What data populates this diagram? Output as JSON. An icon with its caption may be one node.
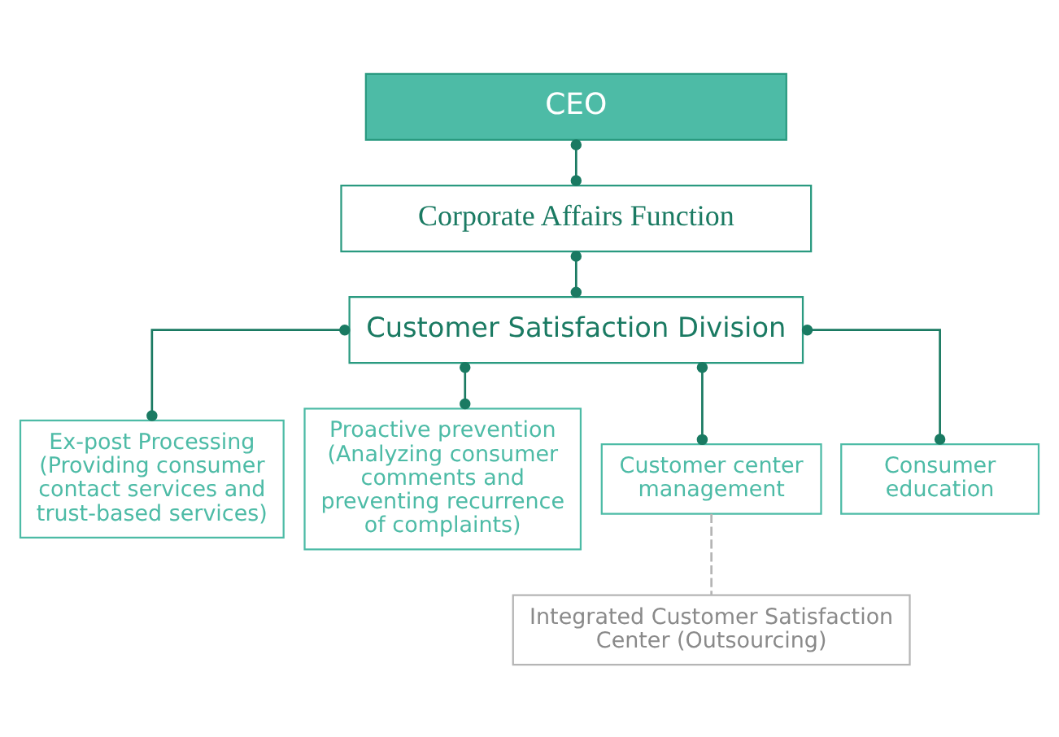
{
  "diagram": {
    "nodes": [
      {
        "text": [
          "CEO"
        ]
      },
      {
        "text": [
          "Corporate Affairs Function"
        ]
      },
      {
        "text": [
          "Customer Satisfaction Division"
        ]
      },
      {
        "text": [
          "Ex-post Processing (Providing consumer contact services and trust-based services)"
        ]
      },
      {
        "text": [
          "Proactive prevention (Analyzing consumer comments and preventing recurrence of complaints)"
        ]
      },
      {
        "text": [
          "Customer center management"
        ]
      },
      {
        "text": [
          "Consumer education"
        ]
      },
      {
        "text": [
          "Integrated Customer Satisfaction Center (Outsourcing)"
        ]
      }
    ],
    "edges": [
      {
        "from": 0,
        "to": 1,
        "arrow": "other"
      },
      {
        "from": 1,
        "to": 2,
        "arrow": "other"
      },
      {
        "from": 2,
        "to": 3,
        "arrow": "other"
      },
      {
        "from": 2,
        "to": 4,
        "arrow": "other"
      },
      {
        "from": 2,
        "to": 5,
        "arrow": "other"
      },
      {
        "from": 2,
        "to": 6,
        "arrow": "other"
      },
      {
        "from": 5,
        "to": 7,
        "arrow": "none",
        "style": "dashed",
        "color": "#b5b5b5"
      }
    ]
  }
}
